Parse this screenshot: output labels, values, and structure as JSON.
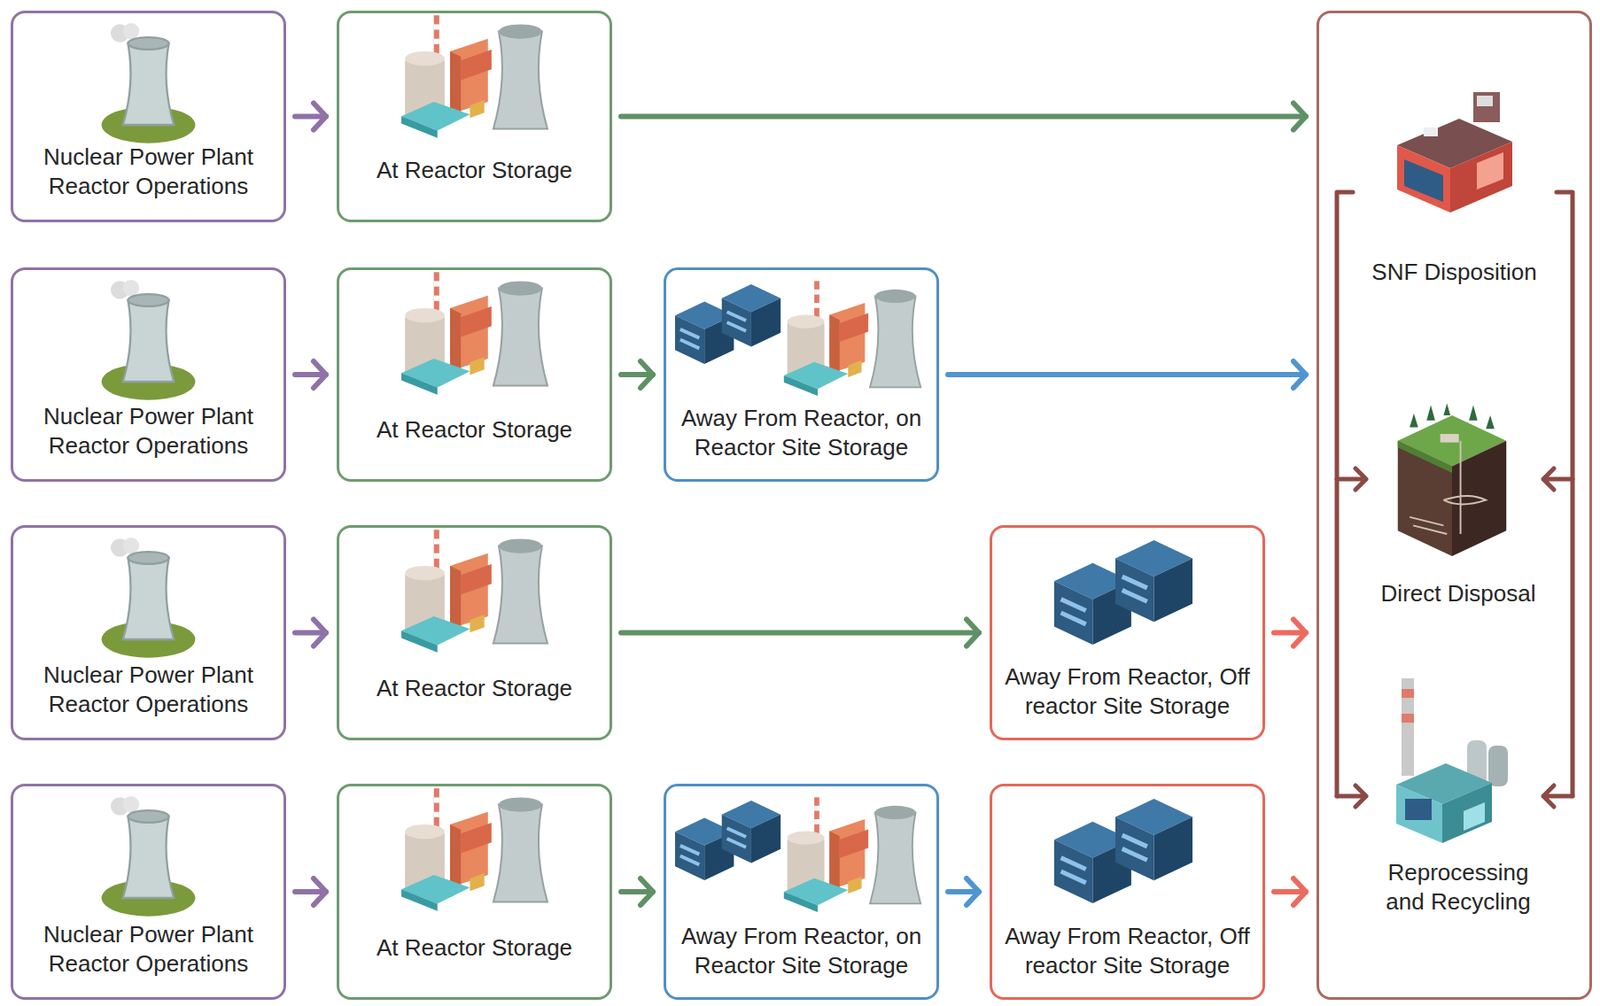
{
  "diagram": {
    "nodes": [
      {
        "text": [
          "Nuclear Power Plant Reactor Operations"
        ]
      },
      {
        "text": [
          "At Reactor Storage"
        ]
      },
      {
        "text": [
          "Nuclear Power Plant Reactor Operations"
        ]
      },
      {
        "text": [
          "At Reactor Storage"
        ]
      },
      {
        "text": [
          "Away From Reactor, on Reactor Site Storage"
        ]
      },
      {
        "text": [
          "Nuclear Power Plant Reactor Operations"
        ]
      },
      {
        "text": [
          "At Reactor Storage"
        ]
      },
      {
        "text": [
          "Away From Reactor, Off reactor Site Storage"
        ]
      },
      {
        "text": [
          "Nuclear Power Plant Reactor Operations"
        ]
      },
      {
        "text": [
          "At Reactor Storage"
        ]
      },
      {
        "text": [
          "Away From Reactor, on Reactor Site Storage"
        ]
      },
      {
        "text": [
          "Away From Reactor, Off reactor Site Storage"
        ]
      },
      {
        "text": [
          "SNF Disposition"
        ]
      },
      {
        "text": [
          "Direct Disposal"
        ],
        "in": 12
      },
      {
        "text": [
          "Reprocessing and Recycling"
        ],
        "in": 12
      }
    ],
    "edges": [
      {
        "from": 0,
        "to": 1,
        "arrow": "to"
      },
      {
        "from": 1,
        "to": 12,
        "arrow": "to"
      },
      {
        "from": 2,
        "to": 3,
        "arrow": "to"
      },
      {
        "from": 3,
        "to": 4,
        "arrow": "to"
      },
      {
        "from": 4,
        "to": 12,
        "arrow": "to"
      },
      {
        "from": 5,
        "to": 6,
        "arrow": "to"
      },
      {
        "from": 6,
        "to": 7,
        "arrow": "to"
      },
      {
        "from": 7,
        "to": 12,
        "arrow": "to"
      },
      {
        "from": 8,
        "to": 9,
        "arrow": "to"
      },
      {
        "from": 9,
        "to": 10,
        "arrow": "to"
      },
      {
        "from": 10,
        "to": 11,
        "arrow": "to"
      },
      {
        "from": 11,
        "to": 12,
        "arrow": "to"
      }
    ]
  }
}
